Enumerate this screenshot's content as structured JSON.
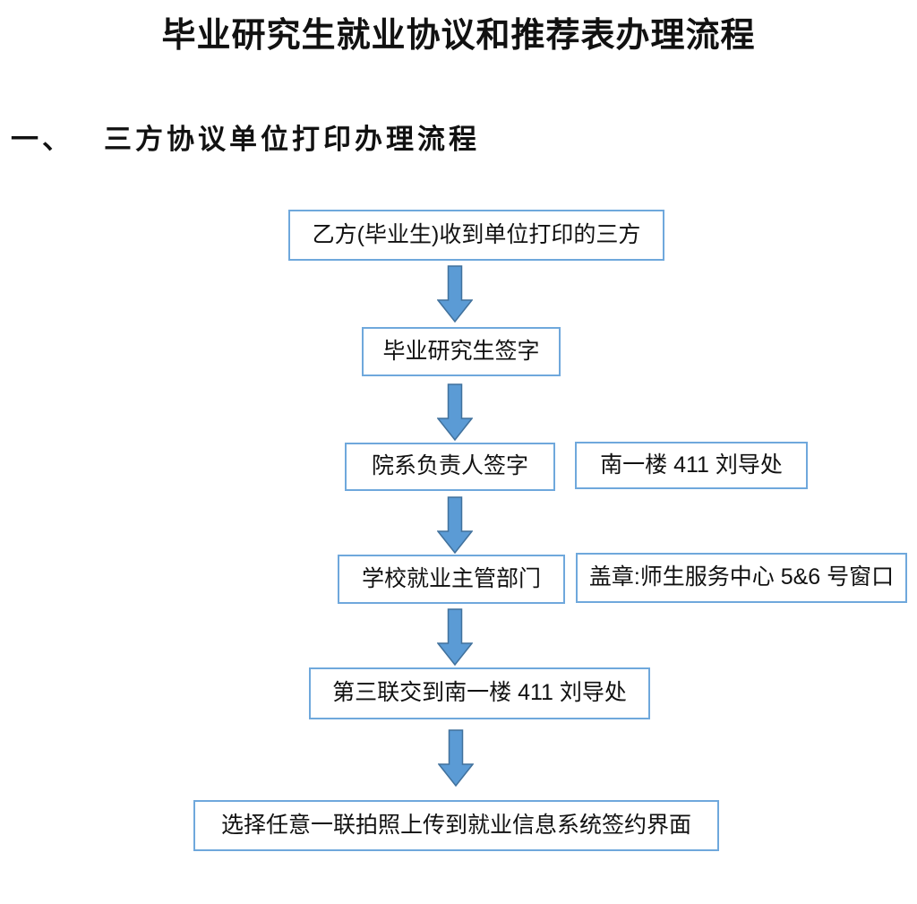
{
  "page": {
    "title": "毕业研究生就业协议和推荐表办理流程"
  },
  "section": {
    "number": "一、",
    "title": "三方协议单位打印办理流程"
  },
  "flow": {
    "steps": [
      {
        "label": "乙方(毕业生)收到单位打印的三方"
      },
      {
        "label": "毕业研究生签字"
      },
      {
        "label": "院系负责人签字"
      },
      {
        "label": "学校就业主管部门"
      },
      {
        "label": "第三联交到南一楼 411 刘导处"
      },
      {
        "label": "选择任意一联拍照上传到就业信息系统签约界面"
      }
    ],
    "notes": [
      {
        "label": "南一楼 411 刘导处"
      },
      {
        "label": "盖章:师生服务中心 5&6 号窗口"
      }
    ],
    "arrows": [
      {
        "from": 1,
        "to": 2
      },
      {
        "from": 2,
        "to": 3
      },
      {
        "from": 3,
        "to": 4
      },
      {
        "from": 4,
        "to": 5
      },
      {
        "from": 5,
        "to": 6
      }
    ]
  },
  "colors": {
    "box_border": "#6FA8DC",
    "arrow_fill": "#5B9BD5",
    "arrow_stroke": "#41719C",
    "text": "#111111",
    "background": "#FFFFFF"
  }
}
